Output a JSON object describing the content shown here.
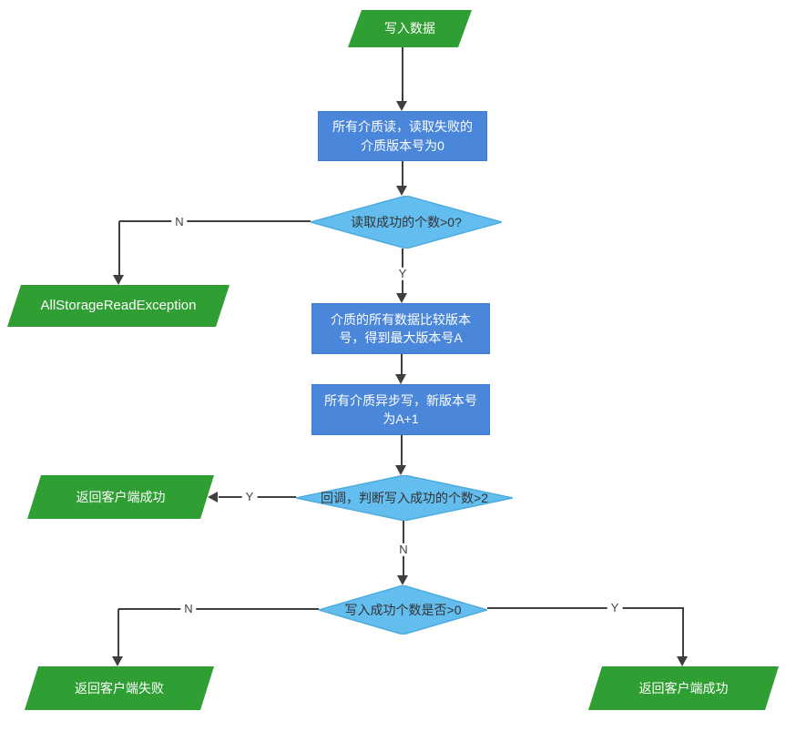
{
  "colors": {
    "green": "#2f9e33",
    "blue": "#4a86d9",
    "blue_border": "#3c79d0",
    "light_blue": "#63bdee",
    "light_blue_border": "#4facdf",
    "line": "#3f3f3f",
    "node_text": "#ffffff",
    "decision_text": "#333333",
    "label_text": "#3f3f3f"
  },
  "nodes": {
    "start": {
      "label": "写入数据"
    },
    "read_all": {
      "label": "所有介质读，读取失败的\n介质版本号为0"
    },
    "read_success_decision": {
      "label": "读取成功的个数>0?"
    },
    "all_storage_read_exception": {
      "label": "AllStorageReadException"
    },
    "compare_version": {
      "label": "介质的所有数据比较版本\n号，得到最大版本号A"
    },
    "async_write": {
      "label": "所有介质异步写，新版本号\n为A+1"
    },
    "callback_decision": {
      "label": "回调，判断写入成功的个数>2"
    },
    "return_success_left": {
      "label": "返回客户端成功"
    },
    "write_count_decision": {
      "label": "写入成功个数是否>0"
    },
    "return_fail": {
      "label": "返回客户端失败"
    },
    "return_success_right": {
      "label": "返回客户端成功"
    }
  },
  "edge_labels": {
    "read_fail_n": "N",
    "read_ok_y": "Y",
    "callback_y": "Y",
    "callback_n": "N",
    "write_fail_n": "N",
    "write_ok_y": "Y"
  }
}
